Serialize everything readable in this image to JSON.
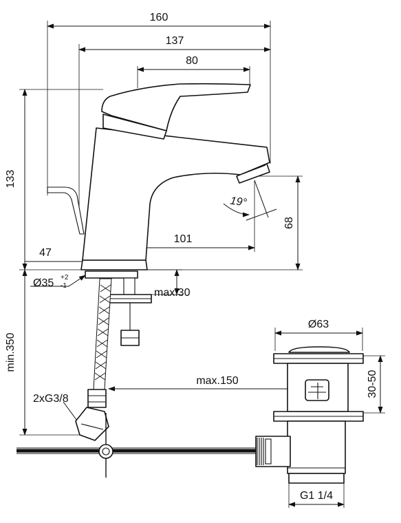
{
  "dimensions": {
    "overall_width": "160",
    "body_width": "137",
    "lever_width": "80",
    "height": "133",
    "spout_height": "68",
    "spout_reach": "101",
    "base_offset": "47",
    "base_diameter": "Ø35",
    "base_tol_plus": "+2",
    "base_tol_minus": "-1",
    "deck_thickness": "max.30",
    "hose_length": "min.350",
    "rod_length": "max.150",
    "hose_connection": "2xG3/8",
    "spout_angle": "19°",
    "waste_diameter": "Ø63",
    "waste_height": "30-50",
    "waste_thread": "G1 1/4"
  }
}
